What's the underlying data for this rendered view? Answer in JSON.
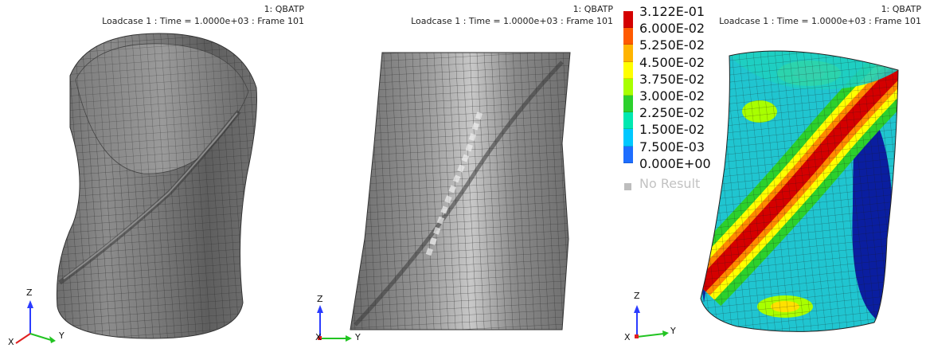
{
  "panels": [
    {
      "model_label": "1: QBATP",
      "frame_info": "Loadcase 1 : Time = 1.0000e+03 : Frame 101",
      "axes": {
        "z": "Z",
        "y": "Y",
        "x": "X"
      }
    },
    {
      "model_label": "1: QBATP",
      "frame_info": "Loadcase 1 : Time = 1.0000e+03 : Frame 101",
      "axes": {
        "z": "Z",
        "y": "Y",
        "x": "X"
      }
    },
    {
      "model_label": "1: QBATP",
      "frame_info": "Loadcase 1 : Time = 1.0000e+03 : Frame 101",
      "axes": {
        "z": "Z",
        "y": "Y",
        "x": "X"
      }
    }
  ],
  "legend": {
    "entries": [
      {
        "label": "3.122E-01",
        "color": "#d40000"
      },
      {
        "label": "6.000E-02",
        "color": "#ff5a00"
      },
      {
        "label": "5.250E-02",
        "color": "#ffb400"
      },
      {
        "label": "4.500E-02",
        "color": "#ffff00"
      },
      {
        "label": "3.750E-02",
        "color": "#a8ff00"
      },
      {
        "label": "3.000E-02",
        "color": "#2cd02c"
      },
      {
        "label": "2.250E-02",
        "color": "#00e8b0"
      },
      {
        "label": "1.500E-02",
        "color": "#00c8ff"
      },
      {
        "label": "7.500E-03",
        "color": "#1e6eff"
      },
      {
        "label": "0.000E+00",
        "color": "#0a1ea0"
      }
    ],
    "no_result_label": "No Result"
  }
}
